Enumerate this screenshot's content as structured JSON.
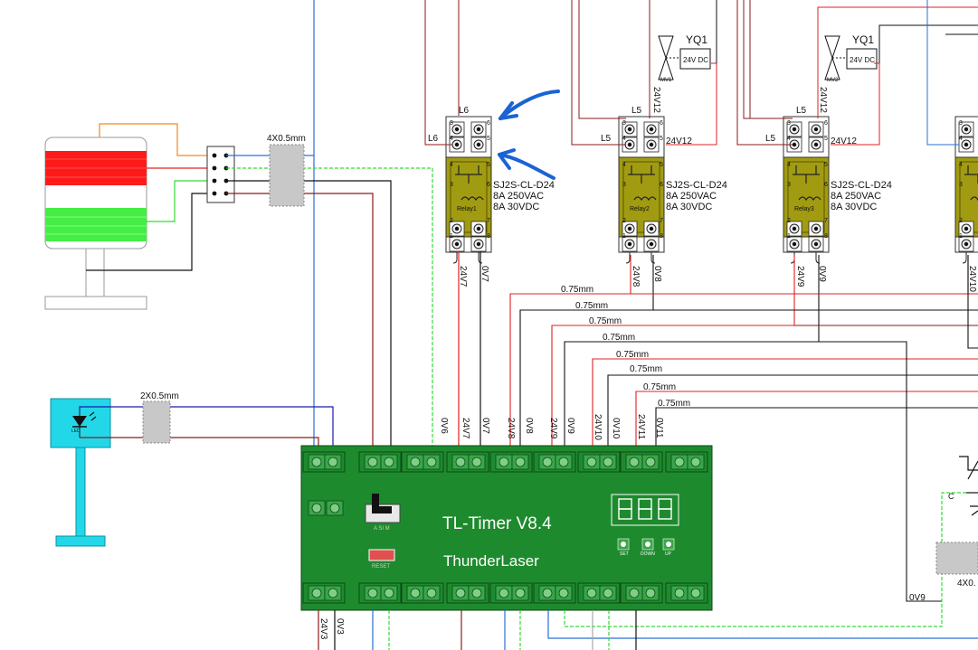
{
  "colors": {
    "red": "#e02020",
    "darkred": "#8b1a1a",
    "blue": "#2a6fd6",
    "green": "#33dd33",
    "board": "#1e8a2e",
    "relaybody": "#a19b12",
    "cyan": "#22d8e8",
    "annot": "#1a63d4"
  },
  "cables": {
    "tower": "4X0.5mm",
    "led": "2X0.5mm"
  },
  "led": {
    "label": "LED"
  },
  "relays": [
    {
      "name": "SJ2S-CL-D24",
      "rating1": "8A 250VAC",
      "rating2": "8A 30VDC",
      "coil": "Relay1",
      "top_left": "L6",
      "side_left": "L6",
      "side_right": "",
      "wire_a": "24V7",
      "wire_b": "0V7",
      "pins": [
        "3",
        "6",
        "4",
        "5",
        "4",
        "5",
        "3",
        "6",
        "2",
        "7",
        "1",
        "8"
      ]
    },
    {
      "name": "SJ2S-CL-D24",
      "rating1": "8A 250VAC",
      "rating2": "8A 30VDC",
      "coil": "Relay2",
      "top_left": "L5",
      "side_left": "L5",
      "side_right": "24V12",
      "wire_a": "24V8",
      "wire_b": "0V8",
      "pins": [
        "3",
        "6",
        "4",
        "5",
        "4",
        "5",
        "3",
        "6",
        "2",
        "7",
        "1",
        "8"
      ]
    },
    {
      "name": "SJ2S-CL-D24",
      "rating1": "8A 250VAC",
      "rating2": "8A 30VDC",
      "coil": "Relay3",
      "top_left": "L5",
      "side_left": "L5",
      "side_right": "24V12",
      "wire_a": "24V9",
      "wire_b": "0V9",
      "pins": [
        "3",
        "6",
        "4",
        "5",
        "4",
        "5",
        "3",
        "6",
        "2",
        "7",
        "1",
        "8"
      ]
    },
    {
      "name": "",
      "rating1": "",
      "rating2": "",
      "coil": "",
      "top_left": "",
      "side_left": "",
      "side_right": "",
      "wire_a": "24V10",
      "wire_b": "",
      "pins": [
        "3",
        "6",
        "4",
        "5",
        "4",
        "5",
        "3",
        "6",
        "2",
        "7",
        "1",
        "8"
      ]
    }
  ],
  "valves": [
    {
      "tag": "YQ1",
      "voltage": "24V DC",
      "id": "MV1",
      "wire": "24V12"
    },
    {
      "tag": "YQ1",
      "voltage": "24V DC",
      "id": "MV2",
      "wire": "24V12"
    }
  ],
  "wire_sizes": [
    "0.75mm",
    "0.75mm",
    "0.75mm",
    "0.75mm",
    "0.75mm",
    "0.75mm",
    "0.75mm",
    "0.75mm"
  ],
  "timer": {
    "title": "TL-Timer V8.4",
    "brand": "ThunderLaser",
    "asim": "A SI M",
    "reset": "RESET",
    "buttons": [
      "SET",
      "DOWN",
      "UP"
    ],
    "display": "888",
    "top_wire_labels": [
      "0V6",
      "24V7",
      "0V7",
      "24V8",
      "0V8",
      "24V9",
      "0V9",
      "24V10",
      "0V10",
      "24V11",
      "0V11"
    ],
    "bottom_wire_labels": [
      "24V3",
      "0V3"
    ]
  },
  "right_side": {
    "bottom_cable": "4X0.",
    "wire": "0V9",
    "contact": "C"
  }
}
